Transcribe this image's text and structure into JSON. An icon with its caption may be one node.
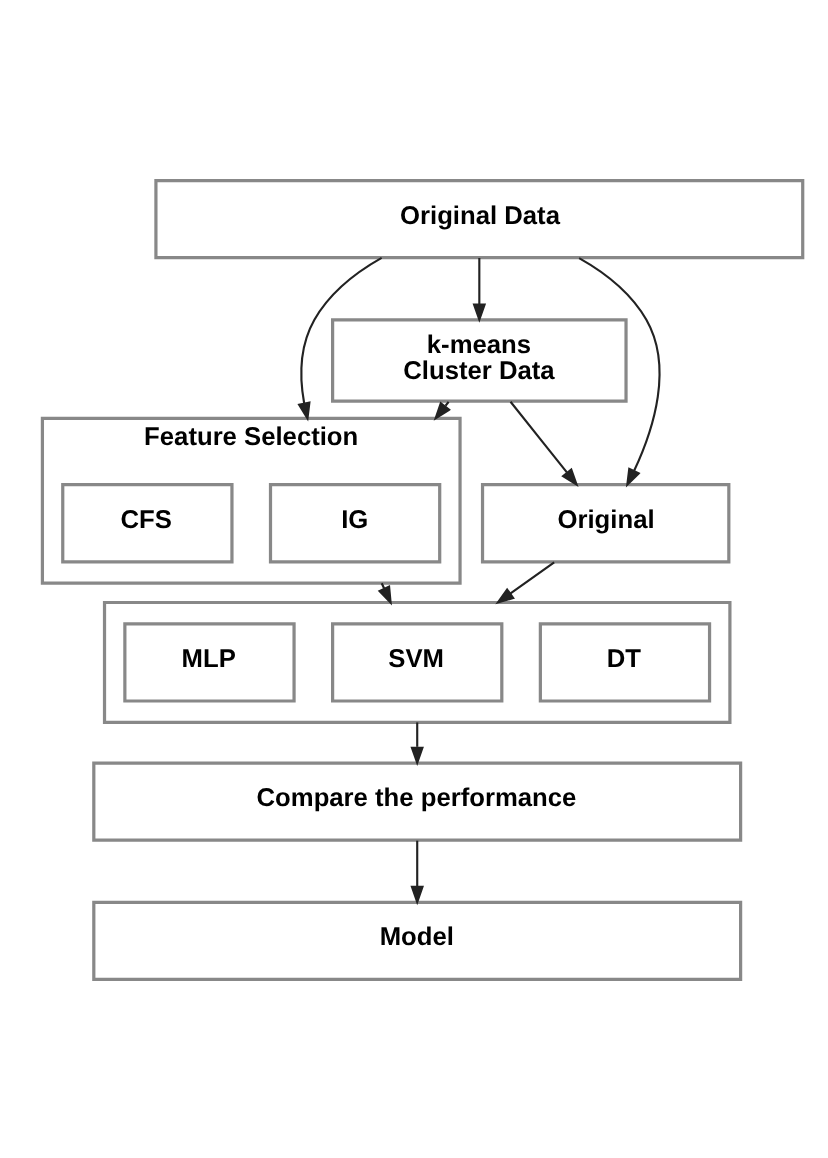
{
  "diagram": {
    "nodes": [
      {
        "text": [
          "Original Data"
        ]
      },
      {
        "text": [
          "k-means",
          "Cluster Data"
        ]
      },
      {
        "text": [
          "Feature Selection"
        ]
      },
      {
        "text": [
          "CFS"
        ],
        "in": 2
      },
      {
        "text": [
          "IG"
        ],
        "in": 2
      },
      {
        "text": [
          "Original"
        ]
      },
      {
        "text": [],
        "shape": "box"
      },
      {
        "text": [
          "MLP"
        ],
        "in": 6
      },
      {
        "text": [
          "SVM"
        ],
        "in": 6
      },
      {
        "text": [
          "DT"
        ],
        "in": 6
      },
      {
        "text": [
          "Compare the performance"
        ]
      },
      {
        "text": [
          "Model"
        ]
      }
    ],
    "edges": [
      {
        "from": 0,
        "to": 2,
        "arrow": "to"
      },
      {
        "from": 0,
        "to": 1,
        "arrow": "to"
      },
      {
        "from": 0,
        "to": 5,
        "arrow": "to"
      },
      {
        "from": 1,
        "to": 2,
        "arrow": "to"
      },
      {
        "from": 1,
        "to": 5,
        "arrow": "to"
      },
      {
        "from": 2,
        "to": 6,
        "arrow": "to"
      },
      {
        "from": 5,
        "to": 6,
        "arrow": "to"
      },
      {
        "from": 6,
        "to": 10,
        "arrow": "to"
      },
      {
        "from": 10,
        "to": 11,
        "arrow": "to"
      }
    ]
  }
}
